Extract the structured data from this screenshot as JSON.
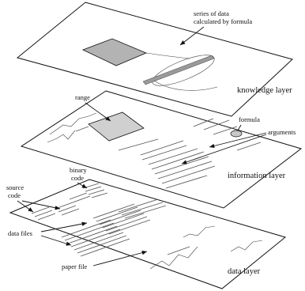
{
  "layers": {
    "knowledge": "knowledge layer",
    "information": "information layer",
    "data": "data layer"
  },
  "labels": {
    "series_line1": "series of data",
    "series_line2": "calculated by formula",
    "range": "range",
    "formula": "formula",
    "arguments": "arguments",
    "binary_line1": "binary",
    "binary_line2": "code",
    "source_line1": "source",
    "source_line2": "code",
    "data_files": "data files",
    "paper_file": "paper file"
  },
  "colors": {
    "highlight_fill": "#b3b3b3",
    "line": "#111111"
  }
}
